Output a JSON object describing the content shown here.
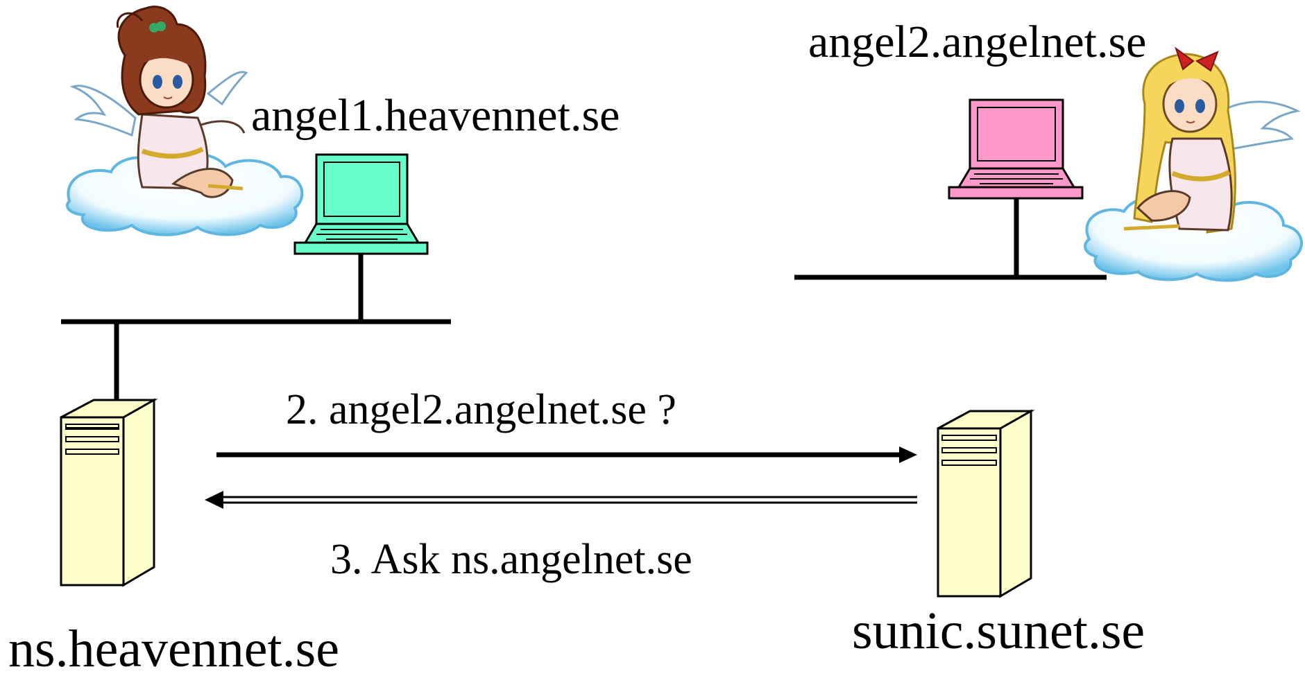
{
  "labels": {
    "angel1": "angel1.heavennet.se",
    "angel2": "angel2.angelnet.se",
    "query": "2. angel2.angelnet.se ?",
    "reply": "3. Ask ns.angelnet.se",
    "ns_server": "ns.heavennet.se",
    "root_server": "sunic.sunet.se"
  },
  "icons": {
    "angel_left": "angel-on-cloud-icon",
    "angel_right": "angel-on-cloud-icon",
    "laptop_left": "laptop-icon",
    "laptop_right": "laptop-icon",
    "server_left": "server-tower-icon",
    "server_right": "server-tower-icon"
  },
  "colors": {
    "laptop_left": "#66ffcc",
    "laptop_right": "#ff99cc",
    "server": "#ffffcc",
    "cloud_blue": "#6ec3ea",
    "line": "#000000"
  }
}
